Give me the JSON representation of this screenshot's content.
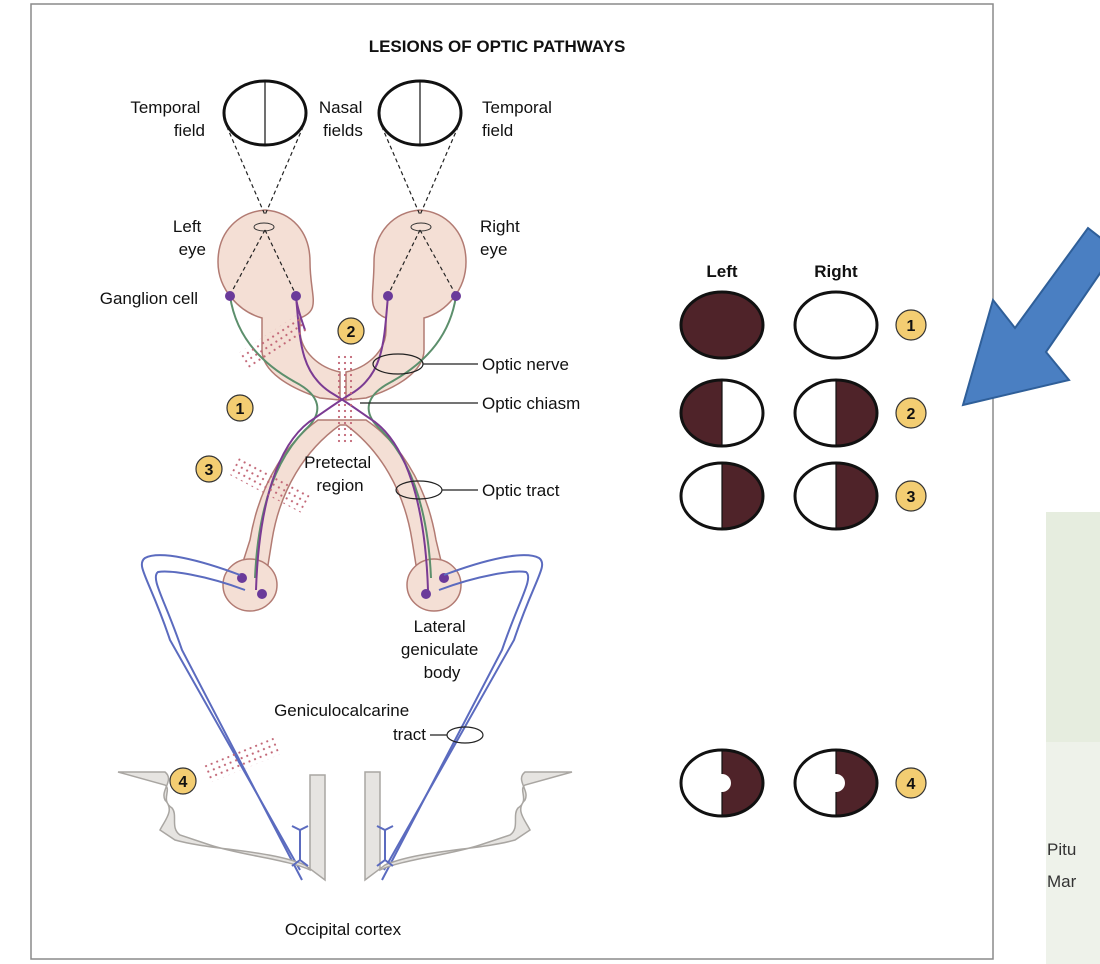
{
  "title": "LESIONS OF OPTIC PATHWAYS",
  "labels": {
    "temporal_field_left": [
      "Temporal",
      "field"
    ],
    "nasal_fields": [
      "Nasal",
      "fields"
    ],
    "temporal_field_right": [
      "Temporal",
      "field"
    ],
    "left_eye": [
      "Left",
      "eye"
    ],
    "right_eye": [
      "Right",
      "eye"
    ],
    "ganglion_cell": "Ganglion cell",
    "optic_nerve": "Optic nerve",
    "optic_chiasm": "Optic chiasm",
    "pretectal_region": [
      "Pretectal",
      "region"
    ],
    "optic_tract": "Optic tract",
    "lateral_geniculate_body": [
      "Lateral",
      "geniculate",
      "body"
    ],
    "geniculocalcarine_tract": [
      "Geniculocalcarine",
      "tract"
    ],
    "occipital_cortex": "Occipital cortex"
  },
  "field_columns": {
    "left": "Left",
    "right": "Right"
  },
  "lesion_markers": [
    "1",
    "2",
    "3",
    "4"
  ],
  "visual_field_defects": [
    {
      "number": "1",
      "left": "full",
      "right": "none"
    },
    {
      "number": "2",
      "left": "temporal-left-half",
      "right": "temporal-right-half"
    },
    {
      "number": "3",
      "left": "right-half",
      "right": "right-half"
    },
    {
      "number": "4",
      "left": "right-half-macular-sparing",
      "right": "right-half-macular-sparing"
    }
  ],
  "side_panel_text": [
    "Pitu",
    "Mar"
  ],
  "colors": {
    "defect_fill": "#4f2329",
    "marker_fill": "#f3cd72",
    "eye_fill": "#f4dfd5",
    "eye_stroke": "#b27b73",
    "purple_fiber": "#7b3b93",
    "green_fiber": "#5c8f6c",
    "blue_fiber": "#5b6bbf",
    "cortex_fill": "#e6e4e1",
    "arrow_fill": "#4a7fc2"
  }
}
